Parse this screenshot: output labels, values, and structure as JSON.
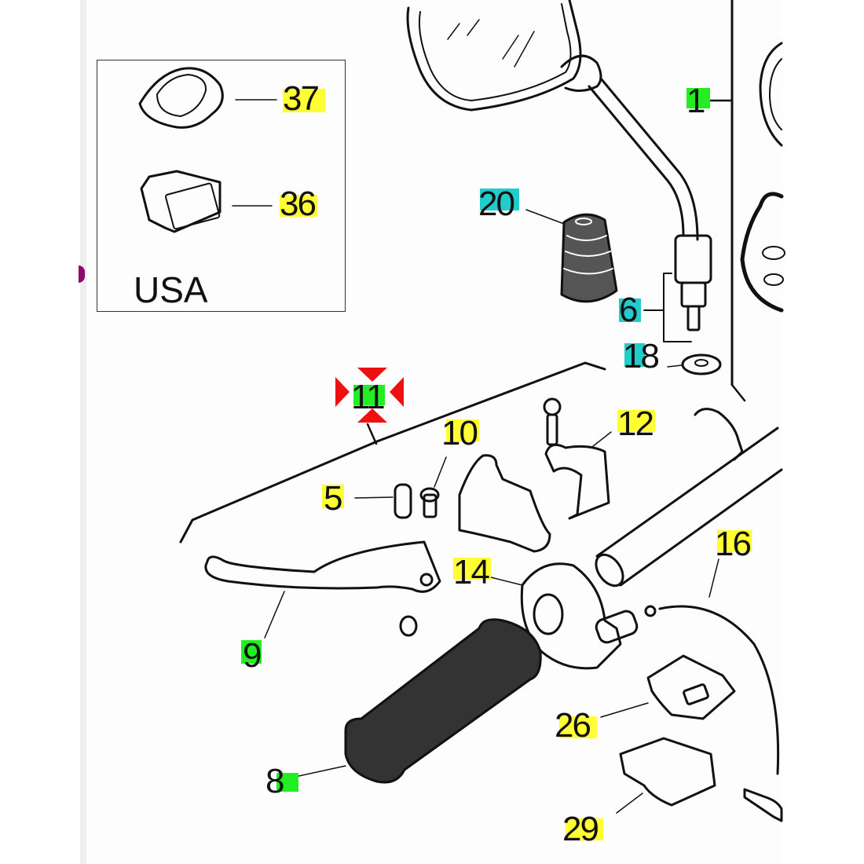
{
  "diagram": {
    "type": "exploded-parts-diagram",
    "subject": "handlebar left-side controls",
    "inset": {
      "region_label": "USA",
      "parts": [
        {
          "number": "37",
          "highlight": "yellow"
        },
        {
          "number": "36",
          "highlight": "yellow"
        }
      ]
    },
    "callouts": [
      {
        "number": "1",
        "highlight": "green"
      },
      {
        "number": "20",
        "highlight": "cyan"
      },
      {
        "number": "6",
        "highlight": "cyan"
      },
      {
        "number": "18",
        "highlight": "cyan"
      },
      {
        "number": "11",
        "highlight": "green",
        "selected": true
      },
      {
        "number": "10",
        "highlight": "yellow"
      },
      {
        "number": "12",
        "highlight": "yellow"
      },
      {
        "number": "5",
        "highlight": "yellow"
      },
      {
        "number": "14",
        "highlight": "yellow"
      },
      {
        "number": "16",
        "highlight": "yellow"
      },
      {
        "number": "9",
        "highlight": "green"
      },
      {
        "number": "8",
        "highlight": "green"
      },
      {
        "number": "26",
        "highlight": "yellow"
      },
      {
        "number": "29",
        "highlight": "yellow"
      }
    ],
    "highlight_colors": {
      "yellow": "#ffff33",
      "green": "#22ee22",
      "cyan": "#22cccc",
      "selection_marker": "#ee1111"
    }
  }
}
